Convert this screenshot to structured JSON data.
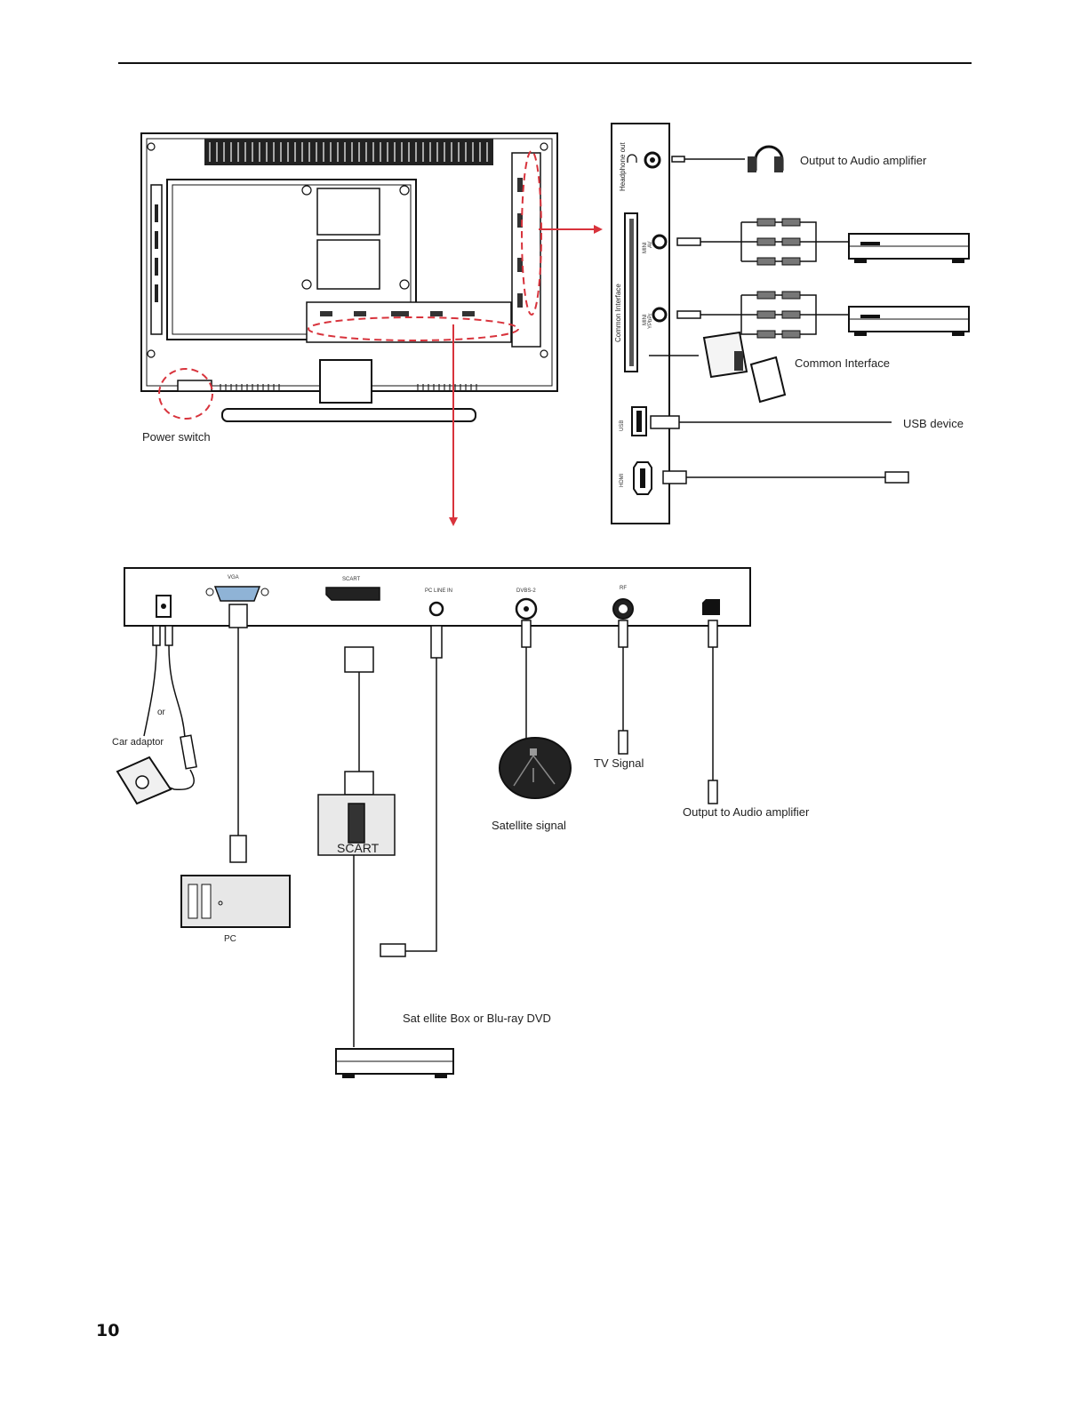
{
  "page_number": "10",
  "tv_back": {
    "power_switch": "Power switch"
  },
  "side_panel": {
    "headphone_out": "Headphone out",
    "mini_av": [
      "MINI",
      "AV"
    ],
    "mini_ypbpr": [
      "MINI",
      "YPbPr"
    ],
    "common_interface_slot": "Common Interface",
    "usb": "USB",
    "hdmi": "HDMI",
    "output_audio": "Output to Audio amplifier",
    "common_interface_label": "Common Interface",
    "usb_device": "USB device"
  },
  "bottom_panel": {
    "vga": "VGA",
    "scart": "SCART",
    "pc_line_in": "PC LINE IN",
    "dvbs2": "DVBS-2",
    "rf": "RF"
  },
  "devices": {
    "or": "or",
    "car_adaptor": "Car adaptor",
    "pc": "PC",
    "scart_box": "SCART",
    "satellite_signal": "Satellite signal",
    "tv_signal": "TV Signal",
    "output_audio": "Output to Audio amplifier",
    "satellite_box": "Sat ellite Box or Blu-ray DVD"
  },
  "colors": {
    "accent": "#d8333c",
    "line": "#1a1a1a"
  }
}
